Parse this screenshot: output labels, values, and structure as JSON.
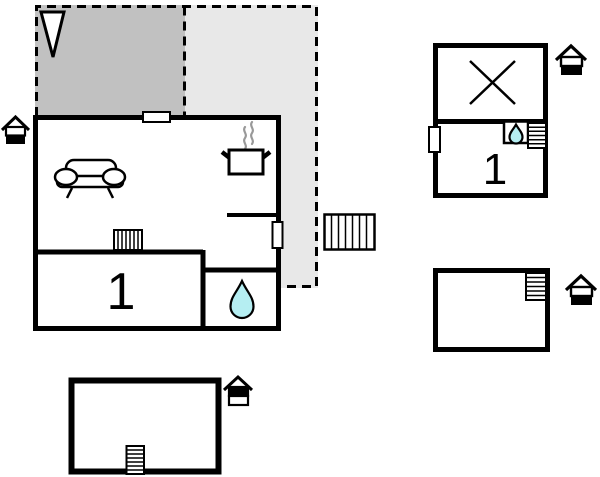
{
  "colors": {
    "wall": "#000000",
    "room_fill": "#ffffff",
    "terrace_dark": "#c1c1c1",
    "terrace_light": "#e8e8e8",
    "water": "#b5eef2",
    "steam": "#999999"
  },
  "floorplan": {
    "main_house": {
      "bedroom_label": "1",
      "features": [
        "terrace-dark",
        "terrace-light",
        "north-arrow",
        "sofa",
        "cooking-pot",
        "radiator",
        "bathroom-water-drop",
        "window-top",
        "window-right",
        "external-stairs",
        "ground-floor-house-icon"
      ]
    },
    "annex_top_right": {
      "room_label": "1",
      "features": [
        "crossed-out-room",
        "water-drop",
        "stairs",
        "window-left",
        "ground-floor-house-icon"
      ]
    },
    "annex_bottom_right": {
      "features": [
        "stairs",
        "ground-floor-house-icon"
      ]
    },
    "outbuilding_bottom": {
      "features": [
        "stairs",
        "upper-floor-house-icon"
      ]
    }
  }
}
